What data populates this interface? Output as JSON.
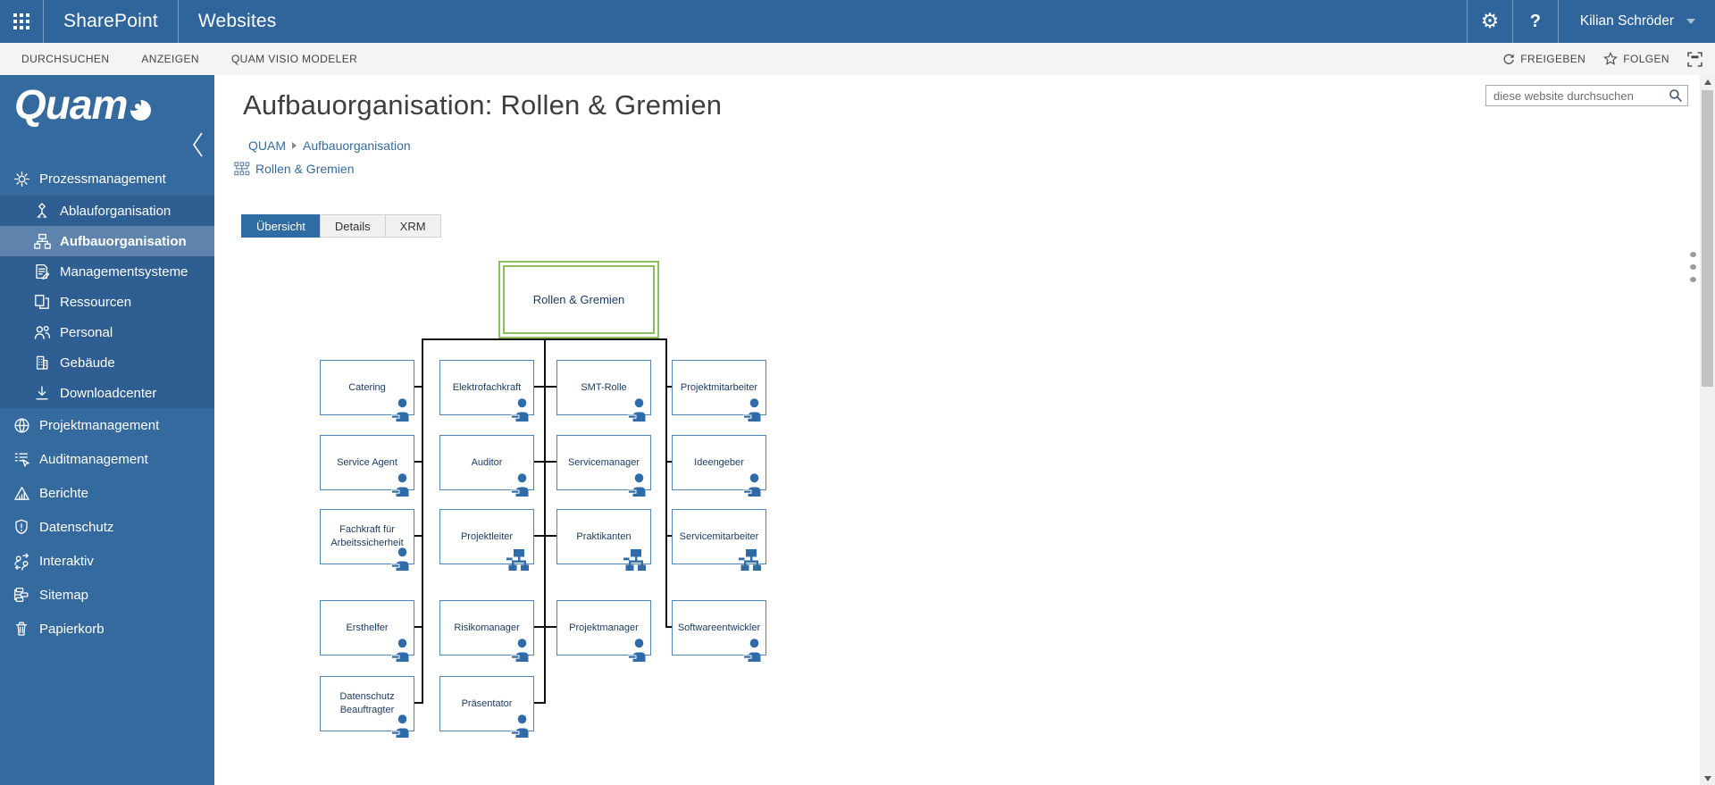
{
  "suite_bar": {
    "brand": "SharePoint",
    "section": "Websites",
    "help_label": "?",
    "user_name": "Kilian Schröder"
  },
  "ribbon": {
    "tabs": [
      {
        "label": "DURCHSUCHEN"
      },
      {
        "label": "ANZEIGEN"
      },
      {
        "label": "QUAM VISIO MODELER"
      }
    ],
    "share_label": "FREIGEBEN",
    "follow_label": "FOLGEN"
  },
  "sidebar": {
    "logo_text": "Quam",
    "items": [
      {
        "label": "Prozessmanagement"
      },
      {
        "label": "Ablauforganisation"
      },
      {
        "label": "Aufbauorganisation"
      },
      {
        "label": "Managementsysteme"
      },
      {
        "label": "Ressourcen"
      },
      {
        "label": "Personal"
      },
      {
        "label": "Gebäude"
      },
      {
        "label": "Downloadcenter"
      },
      {
        "label": "Projektmanagement"
      },
      {
        "label": "Auditmanagement"
      },
      {
        "label": "Berichte"
      },
      {
        "label": "Datenschutz"
      },
      {
        "label": "Interaktiv"
      },
      {
        "label": "Sitemap"
      },
      {
        "label": "Papierkorb"
      }
    ]
  },
  "page": {
    "title": "Aufbauorganisation: Rollen & Gremien",
    "breadcrumb": {
      "root": "QUAM",
      "current": "Aufbauorganisation"
    },
    "sub_link": "Rollen & Gremien",
    "search_placeholder": "diese website durchsuchen",
    "tabs": [
      {
        "label": "Übersicht",
        "selected": true
      },
      {
        "label": "Details",
        "selected": false
      },
      {
        "label": "XRM",
        "selected": false
      }
    ]
  },
  "chart_data": {
    "type": "org-tree",
    "title": "Rollen & Gremien",
    "root_label": "Rollen & Gremien",
    "columns": 4,
    "nodes": [
      {
        "label": "Catering",
        "icon": "person",
        "col": 1,
        "row": 1
      },
      {
        "label": "Elektrofachkraft",
        "icon": "person",
        "col": 2,
        "row": 1
      },
      {
        "label": "SMT-Rolle",
        "icon": "person",
        "col": 3,
        "row": 1
      },
      {
        "label": "Projektmitarbeiter",
        "icon": "person",
        "col": 4,
        "row": 1
      },
      {
        "label": "Service Agent",
        "icon": "person",
        "col": 1,
        "row": 2
      },
      {
        "label": "Auditor",
        "icon": "person",
        "col": 2,
        "row": 2
      },
      {
        "label": "Servicemanager",
        "icon": "person",
        "col": 3,
        "row": 2
      },
      {
        "label": "Ideengeber",
        "icon": "person",
        "col": 4,
        "row": 2
      },
      {
        "label": "Fachkraft für Arbeitssicherheit",
        "icon": "person",
        "col": 1,
        "row": 3
      },
      {
        "label": "Projektleiter",
        "icon": "org-unit",
        "col": 2,
        "row": 3
      },
      {
        "label": "Praktikanten",
        "icon": "org-unit",
        "col": 3,
        "row": 3
      },
      {
        "label": "Servicemitarbeiter",
        "icon": "org-unit",
        "col": 4,
        "row": 3
      },
      {
        "label": "Ersthelfer",
        "icon": "person",
        "col": 1,
        "row": 4
      },
      {
        "label": "Risikomanager",
        "icon": "person",
        "col": 2,
        "row": 4
      },
      {
        "label": "Projektmanager",
        "icon": "person",
        "col": 3,
        "row": 4
      },
      {
        "label": "Softwareentwickler",
        "icon": "person",
        "col": 4,
        "row": 4
      },
      {
        "label": "Datenschutz Beauftragter",
        "icon": "person",
        "col": 1,
        "row": 5
      },
      {
        "label": "Präsentator",
        "icon": "person",
        "col": 2,
        "row": 5
      }
    ],
    "colors": {
      "node_border": "#5184B6",
      "node_text": "#1C3C61",
      "node_icon": "#2E6BA8",
      "root_border": "#8FBC5C",
      "connector": "#111111"
    }
  }
}
